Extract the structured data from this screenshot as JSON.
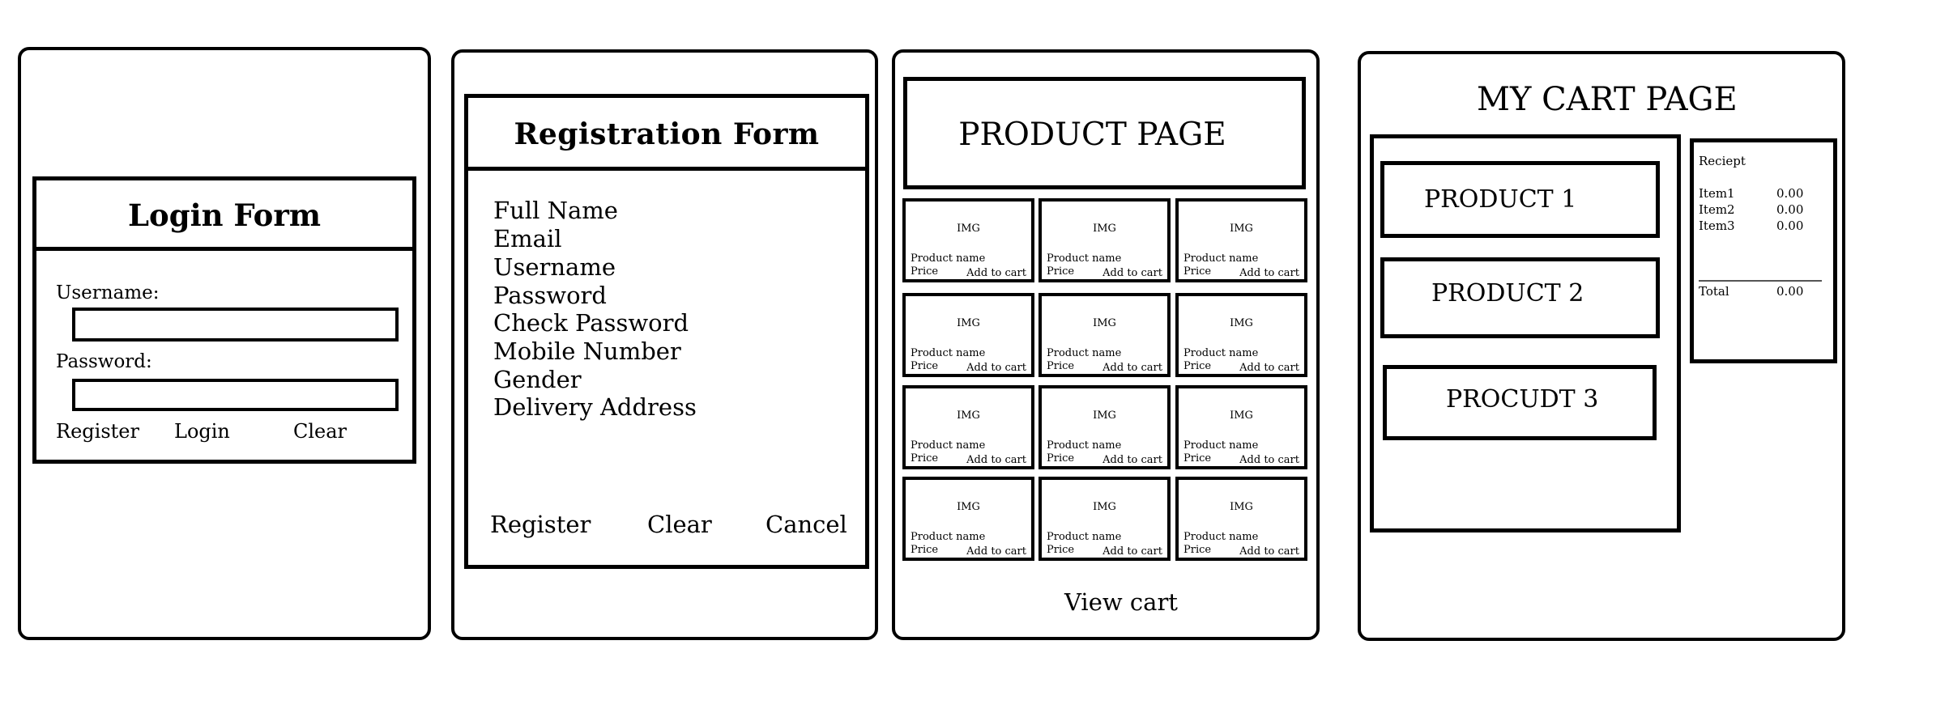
{
  "login": {
    "title": "Login Form",
    "username_label": "Username:",
    "password_label": "Password:",
    "register_label": "Register",
    "login_label": "Login",
    "clear_label": "Clear"
  },
  "registration": {
    "title": "Registration Form",
    "fields": [
      "Full Name",
      "Email",
      "Username",
      "Password",
      "Check Password",
      "Mobile Number",
      "Gender",
      "Delivery Address"
    ],
    "register_label": "Register",
    "clear_label": "Clear",
    "cancel_label": "Cancel"
  },
  "product_page": {
    "title": "PRODUCT PAGE",
    "card": {
      "img_label": "IMG",
      "name_label": "Product name",
      "price_label": "Price",
      "add_label": "Add to cart"
    },
    "view_cart_label": "View cart"
  },
  "cart_page": {
    "title": "MY CART PAGE",
    "products": [
      "PRODUCT 1",
      "PRODUCT 2",
      "PROCUDT 3"
    ],
    "receipt": {
      "title": "Reciept",
      "items": [
        {
          "name": "Item1",
          "value": "0.00"
        },
        {
          "name": "Item2",
          "value": "0.00"
        },
        {
          "name": "Item3",
          "value": "0.00"
        }
      ],
      "total_label": "Total",
      "total_value": "0.00"
    }
  }
}
